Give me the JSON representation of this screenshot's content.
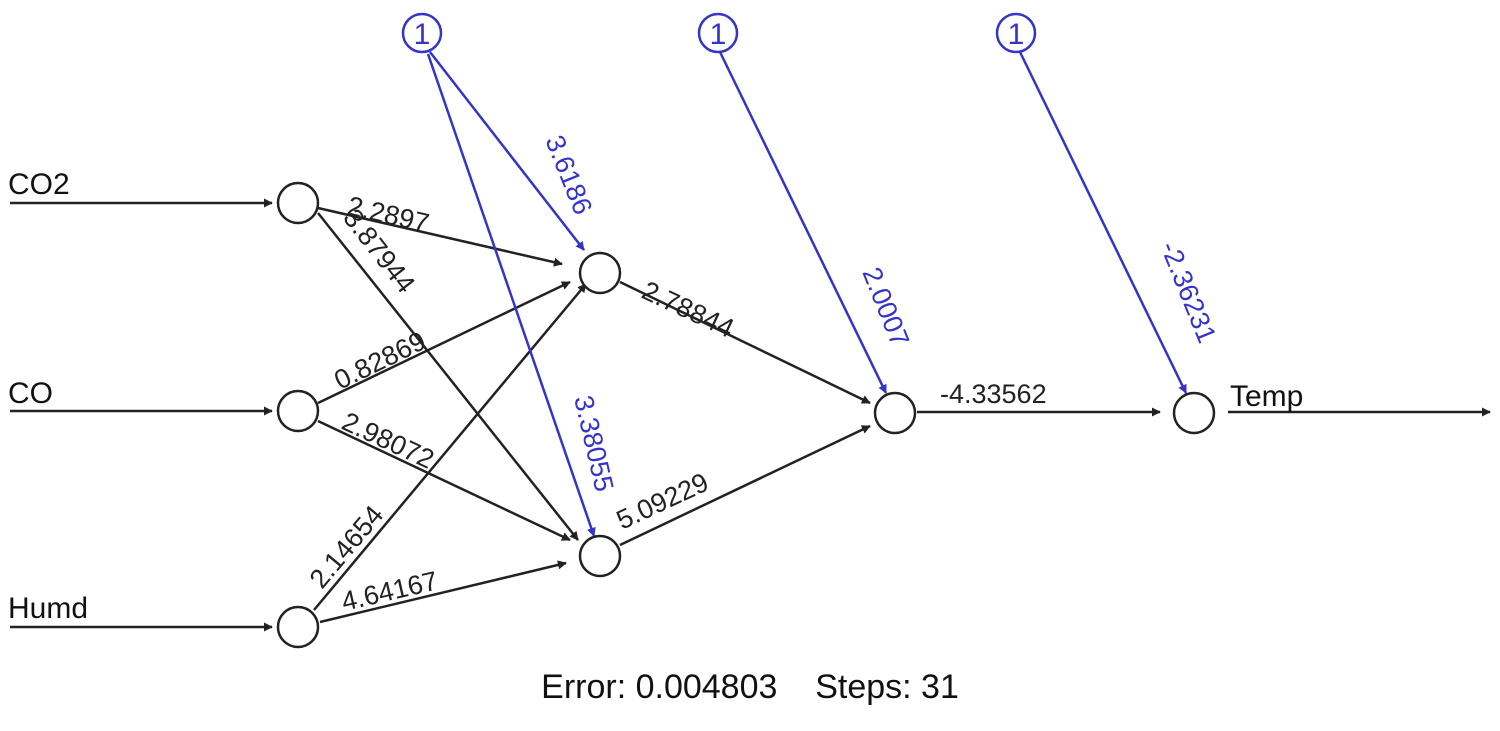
{
  "inputs": [
    "CO2",
    "CO",
    "Humd"
  ],
  "output": "Temp",
  "bias_label": "1",
  "weights": {
    "co2_h1": "2.2897",
    "co2_h2": "3.87944",
    "co_h1": "0.82869",
    "co_h2": "2.98072",
    "humd_h1": "2.14654",
    "humd_h2": "4.64167",
    "h1_h3": "2.78844",
    "h2_h3": "5.09229",
    "h3_out": "-4.33562"
  },
  "biases": {
    "b1_h1": "3.6186",
    "b1_h2": "3.38055",
    "b2_h3": "2.0007",
    "b3_out": "-2.36231"
  },
  "colors": {
    "weight": "#222222",
    "bias": "#3434c8"
  },
  "footer": {
    "error_label": "Error: 0.004803",
    "steps_label": "Steps: 31"
  }
}
